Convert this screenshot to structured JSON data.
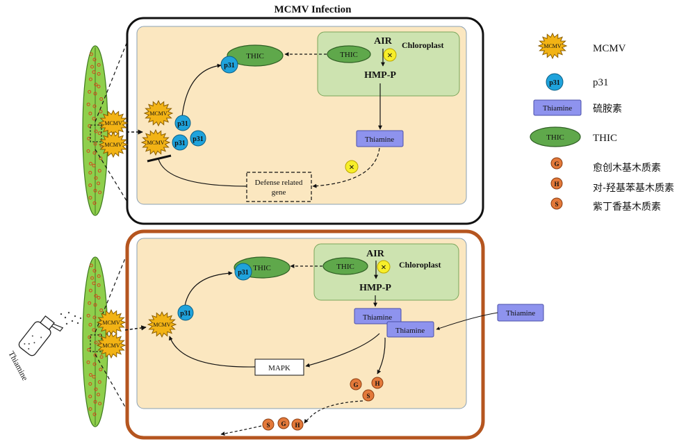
{
  "title": "MCMV Infection",
  "panel_top": {
    "air": "AIR",
    "hmpp": "HMP-P",
    "chloroplast": "Chloroplast",
    "thiamine": "Thiamine",
    "defense_line1": "Defense related",
    "defense_line2": "gene"
  },
  "panel_bottom": {
    "air": "AIR",
    "hmpp": "HMP-P",
    "chloroplast": "Chloroplast",
    "thiamine_a": "Thiamine",
    "thiamine_b": "Thiamine",
    "thiamine_ext": "Thiamine",
    "mapk": "MAPK",
    "spray_label": "Thiamine"
  },
  "labels": {
    "mcmv": "MCMV",
    "p31": "p31",
    "thic": "THIC",
    "lignin_g": "G",
    "lignin_h": "H",
    "lignin_s": "S",
    "inhibit": "×"
  },
  "legend": [
    {
      "symbol": "MCMV",
      "label": "MCMV"
    },
    {
      "symbol": "p31",
      "label": "p31"
    },
    {
      "symbol": "Thiamine",
      "label": "硫胺素"
    },
    {
      "symbol": "THIC",
      "label": "THIC"
    },
    {
      "symbol": "G",
      "label": "愈创木基木质素"
    },
    {
      "symbol": "H",
      "label": "对-羟基苯基木质素"
    },
    {
      "symbol": "S",
      "label": "紫丁香基木质素"
    }
  ],
  "colors": {
    "cell_fill": "#fbe7c0",
    "chloroplast_fill": "#cde3b0",
    "thic_green": "#5fa84b",
    "p31_blue": "#1fa3dc",
    "mcmv_yellow": "#f2b315",
    "thiamine_purple": "#8e93ee",
    "lignin_orange": "#e3793a",
    "inhibit_yellow": "#f7ee2a",
    "bottom_border": "#b5551f",
    "leaf_green": "#8fcf4c"
  }
}
